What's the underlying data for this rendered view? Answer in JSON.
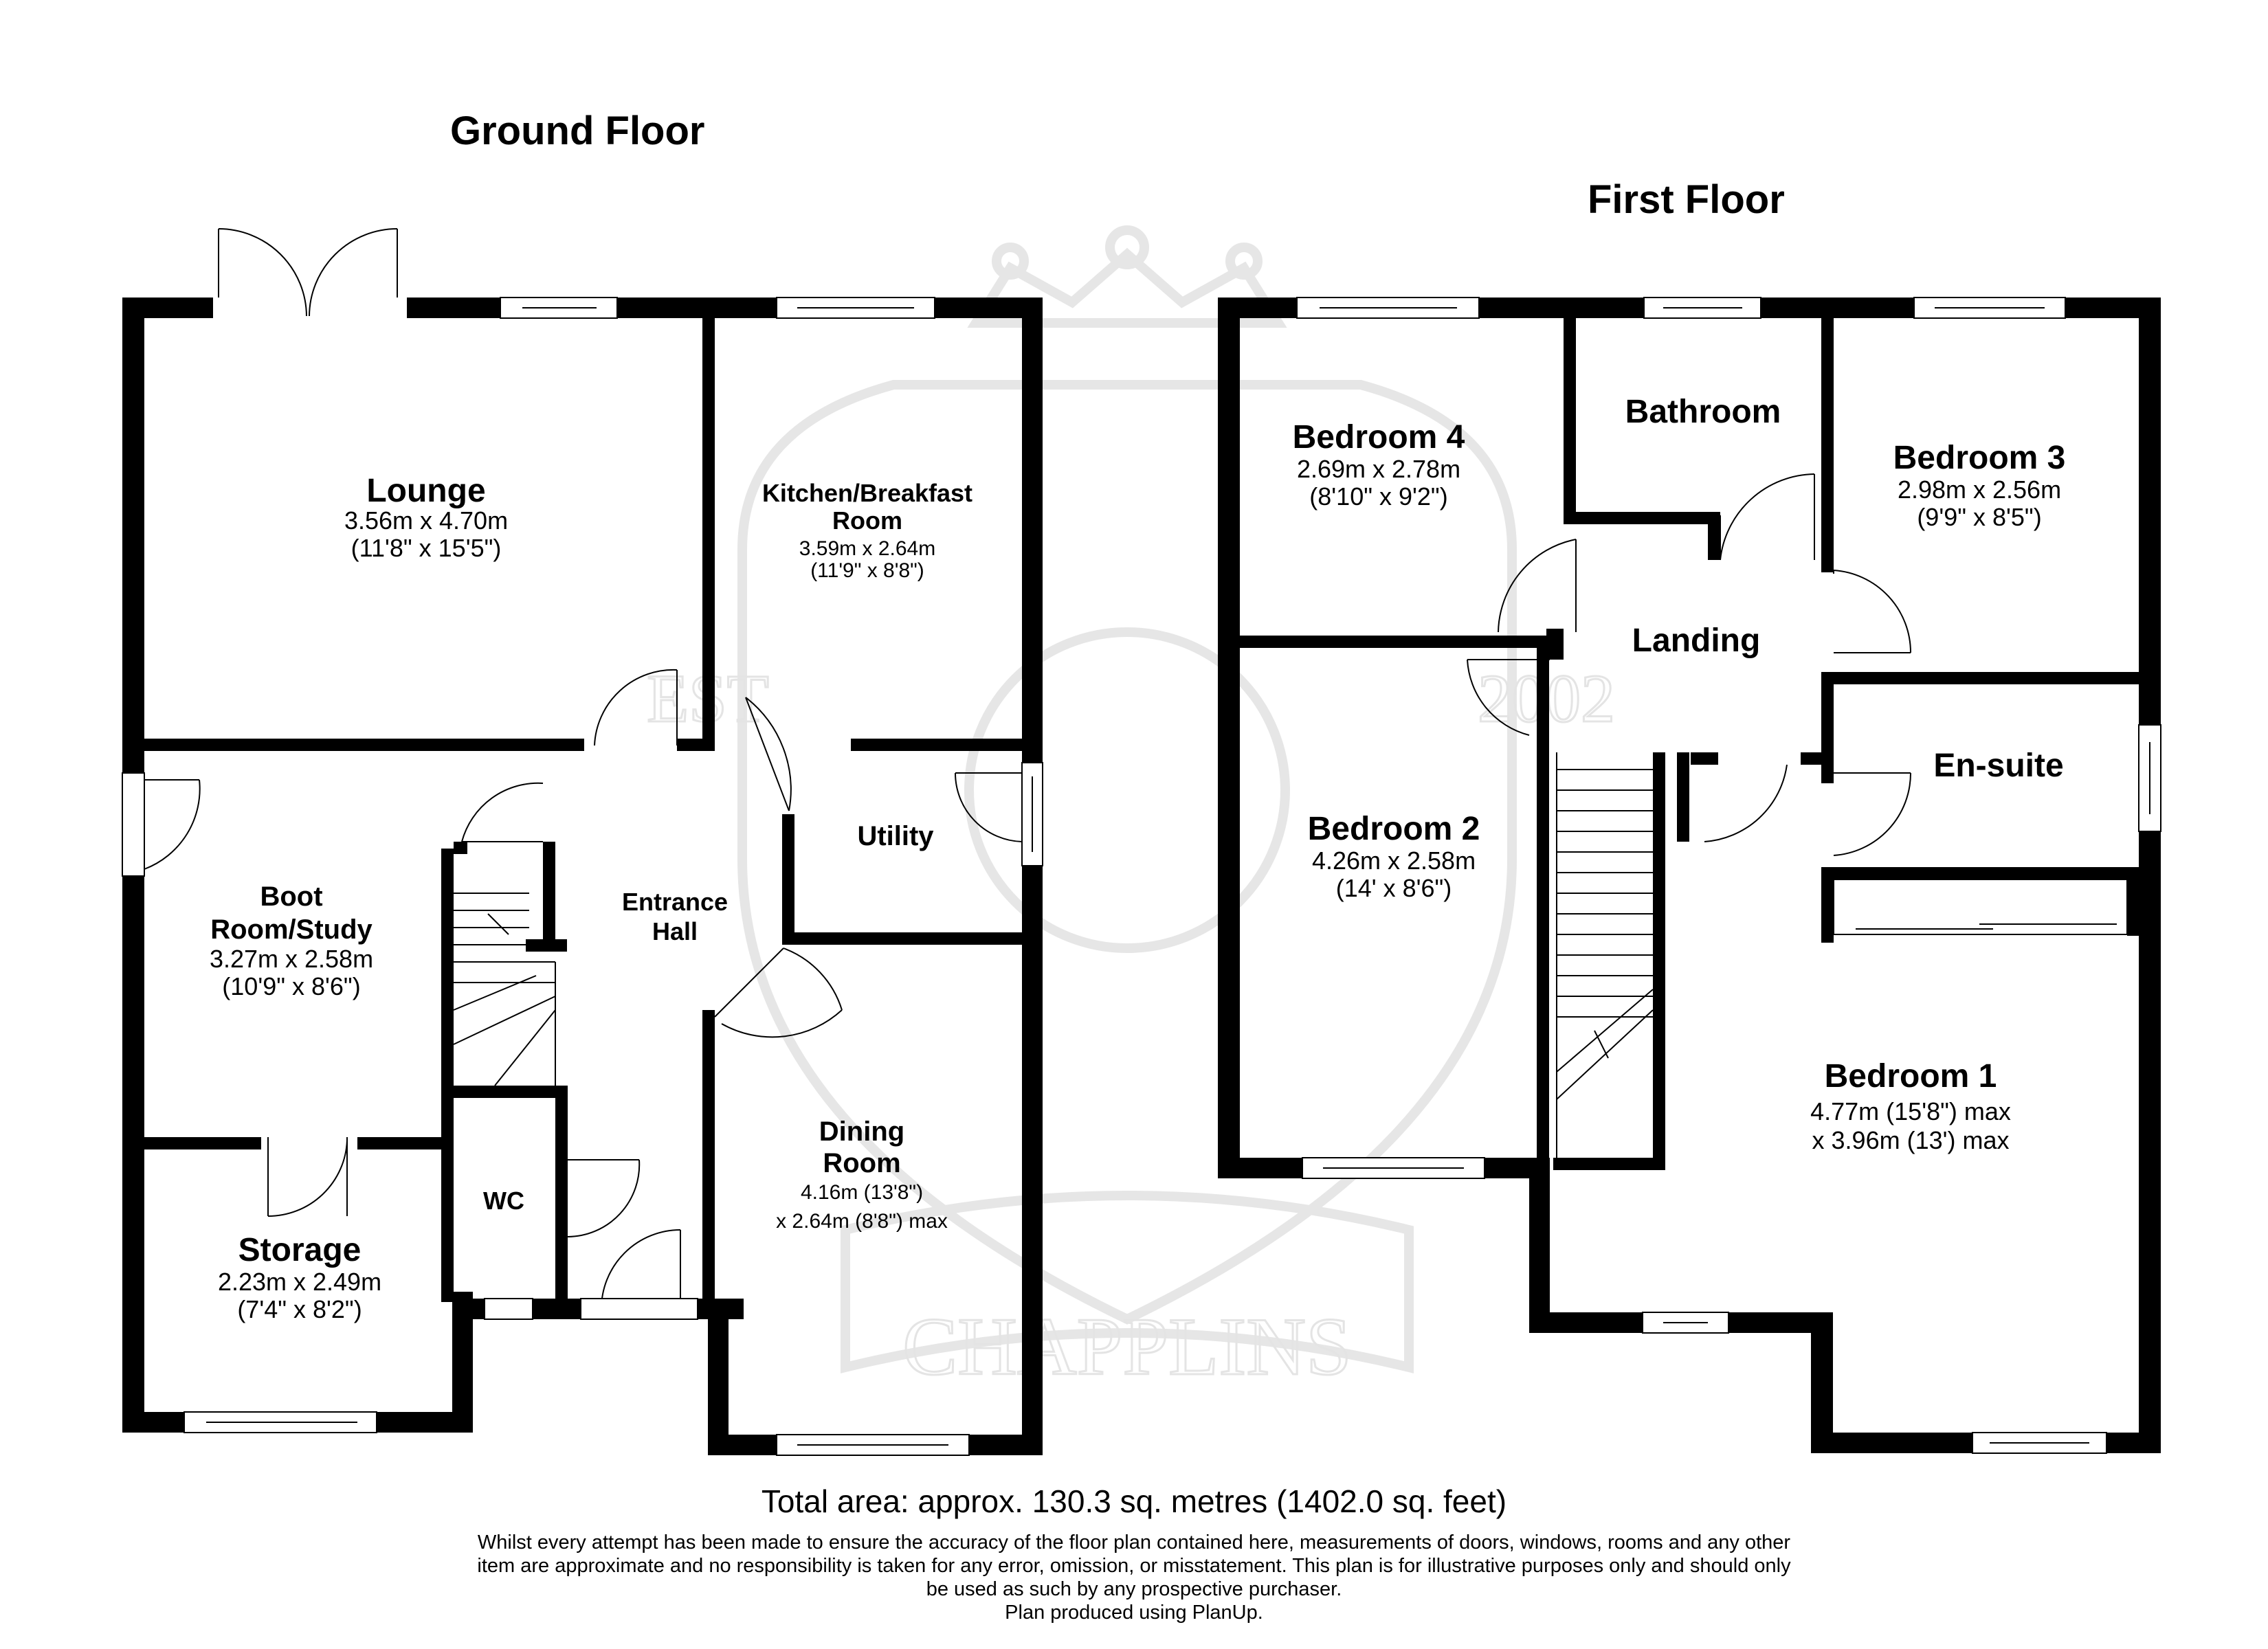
{
  "floors": {
    "ground": {
      "title": "Ground Floor",
      "rooms": {
        "lounge": {
          "name": "Lounge",
          "dim_metric": "3.56m x 4.70m",
          "dim_imperial": "(11'8\" x 15'5\")"
        },
        "kitchen": {
          "name_line1": "Kitchen/Breakfast",
          "name_line2": "Room",
          "dim_metric": "3.59m x 2.64m",
          "dim_imperial": "(11'9\" x 8'8\")"
        },
        "boot_room": {
          "name_line1": "Boot",
          "name_line2": "Room/Study",
          "dim_metric": "3.27m x 2.58m",
          "dim_imperial": "(10'9\" x 8'6\")"
        },
        "utility": {
          "name": "Utility"
        },
        "entrance_hall": {
          "name_line1": "Entrance",
          "name_line2": "Hall"
        },
        "storage": {
          "name": "Storage",
          "dim_metric": "2.23m x 2.49m",
          "dim_imperial": "(7'4\" x 8'2\")"
        },
        "wc": {
          "name": "WC"
        },
        "dining": {
          "name_line1": "Dining",
          "name_line2": "Room",
          "dim_line1": "4.16m (13'8\")",
          "dim_line2": "x 2.64m (8'8\") max"
        }
      }
    },
    "first": {
      "title": "First Floor",
      "rooms": {
        "bedroom4": {
          "name": "Bedroom 4",
          "dim_metric": "2.69m x 2.78m",
          "dim_imperial": "(8'10\" x 9'2\")"
        },
        "bathroom": {
          "name": "Bathroom"
        },
        "bedroom3": {
          "name": "Bedroom 3",
          "dim_metric": "2.98m x 2.56m",
          "dim_imperial": "(9'9\" x 8'5\")"
        },
        "landing": {
          "name": "Landing"
        },
        "ensuite": {
          "name": "En-suite"
        },
        "bedroom2": {
          "name": "Bedroom 2",
          "dim_metric": "4.26m x 2.58m",
          "dim_imperial": "(14' x 8'6\")"
        },
        "bedroom1": {
          "name": "Bedroom 1",
          "dim_line1": "4.77m (15'8\") max",
          "dim_line2": "x 3.96m (13') max"
        }
      }
    }
  },
  "watermark": {
    "brand": "CHAPPLINS",
    "est_label": "EST",
    "year": "2002"
  },
  "footer": {
    "total_area": "Total area: approx. 130.3 sq. metres (1402.0 sq. feet)",
    "disclaimer_line1": "Whilst every attempt has been made to ensure the accuracy of the floor plan contained here, measurements of doors, windows, rooms and any other",
    "disclaimer_line2": "item are approximate and no responsibility is taken for any error, omission, or misstatement. This plan is for illustrative purposes only and should only",
    "disclaimer_line3": "be used as such by any prospective purchaser.",
    "disclaimer_line4": "Plan produced using PlanUp."
  }
}
